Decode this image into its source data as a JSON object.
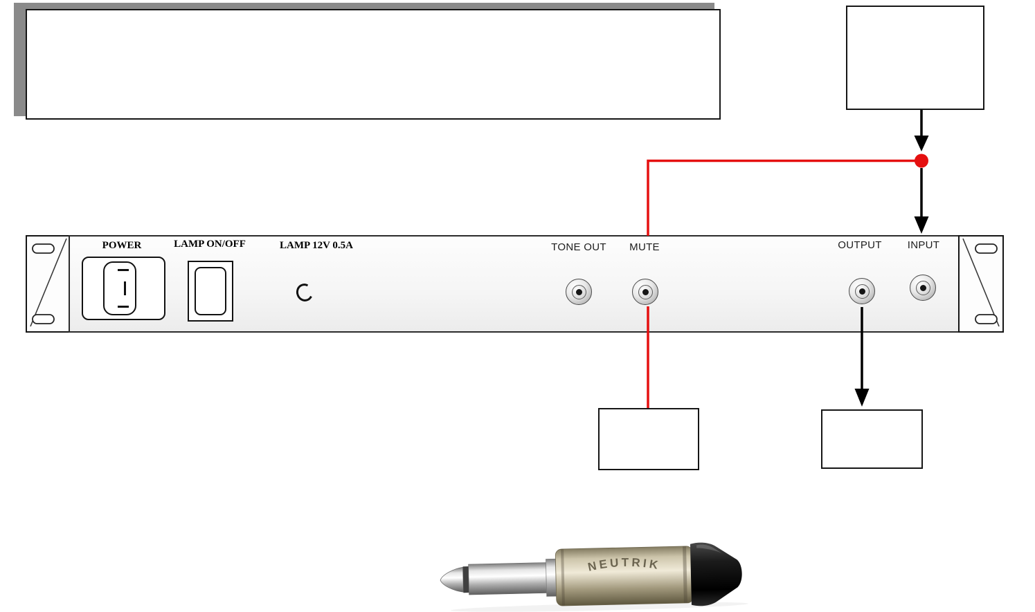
{
  "boxes": {
    "title_box": "",
    "top_right_box": "",
    "below_mute_box": "",
    "below_output_box": ""
  },
  "panel": {
    "power_label": "POWER",
    "lamp_switch_label": "LAMP ON/OFF",
    "lamp_rating_label": "LAMP 12V 0.5A",
    "tone_out_label": "TONE OUT",
    "mute_label": "MUTE",
    "output_label": "OUTPUT",
    "input_label": "INPUT"
  },
  "connector": {
    "brand": "NEUTRIK"
  },
  "colors": {
    "wire_red": "#e51010",
    "wire_black": "#000000",
    "shadow_gray": "#8a8a8a",
    "outline": "#151515"
  }
}
